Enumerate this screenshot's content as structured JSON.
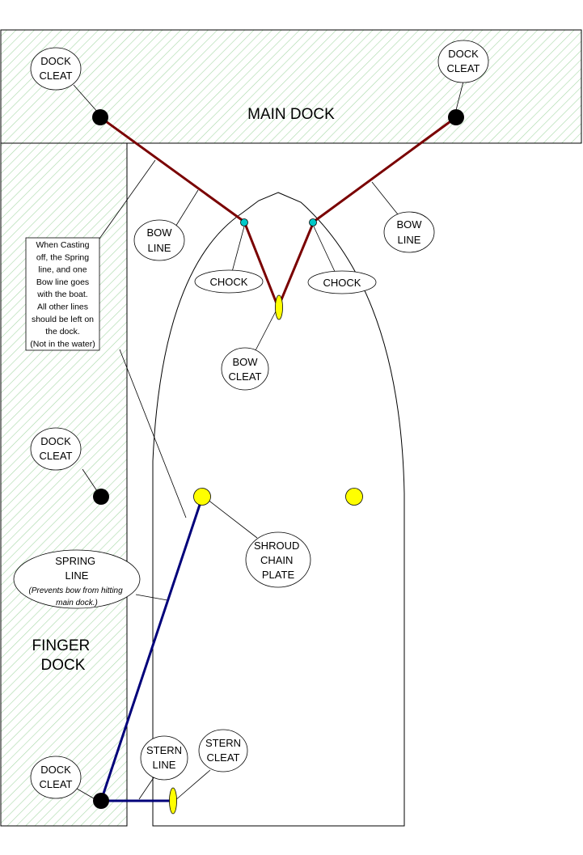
{
  "docks": {
    "main_dock_label": "MAIN DOCK",
    "finger_dock_line1": "FINGER",
    "finger_dock_line2": "DOCK"
  },
  "cleat_callouts": {
    "dock_cleat_line1": "DOCK",
    "dock_cleat_line2": "CLEAT",
    "bow_cleat_line1": "BOW",
    "bow_cleat_line2": "CLEAT",
    "stern_cleat_line1": "STERN",
    "stern_cleat_line2": "CLEAT"
  },
  "line_callouts": {
    "bow_line_line1": "BOW",
    "bow_line_line2": "LINE",
    "stern_line_line1": "STERN",
    "stern_line_line2": "LINE",
    "spring_line_line1": "SPRING",
    "spring_line_line2": "LINE",
    "spring_line_note1": "(Prevents bow from hitting",
    "spring_line_note2": "main dock.)"
  },
  "hardware_callouts": {
    "chock": "CHOCK",
    "shroud_line1": "SHROUD",
    "shroud_line2": "CHAIN",
    "shroud_line3": "PLATE"
  },
  "casting_off_note": {
    "lines": [
      "When Casting",
      "off, the Spring",
      "line, and one",
      "Bow line goes",
      "with the boat.",
      "All other lines",
      "should be left on",
      "the dock.",
      "(Not in the water)"
    ]
  },
  "colors": {
    "bow_line": "#7a0000",
    "spring_line": "#00007a",
    "chock": "#00c8c8",
    "cleat_on_boat": "#ffff00",
    "dock_cleat": "#000000",
    "hatch": "#a8d8a8"
  }
}
